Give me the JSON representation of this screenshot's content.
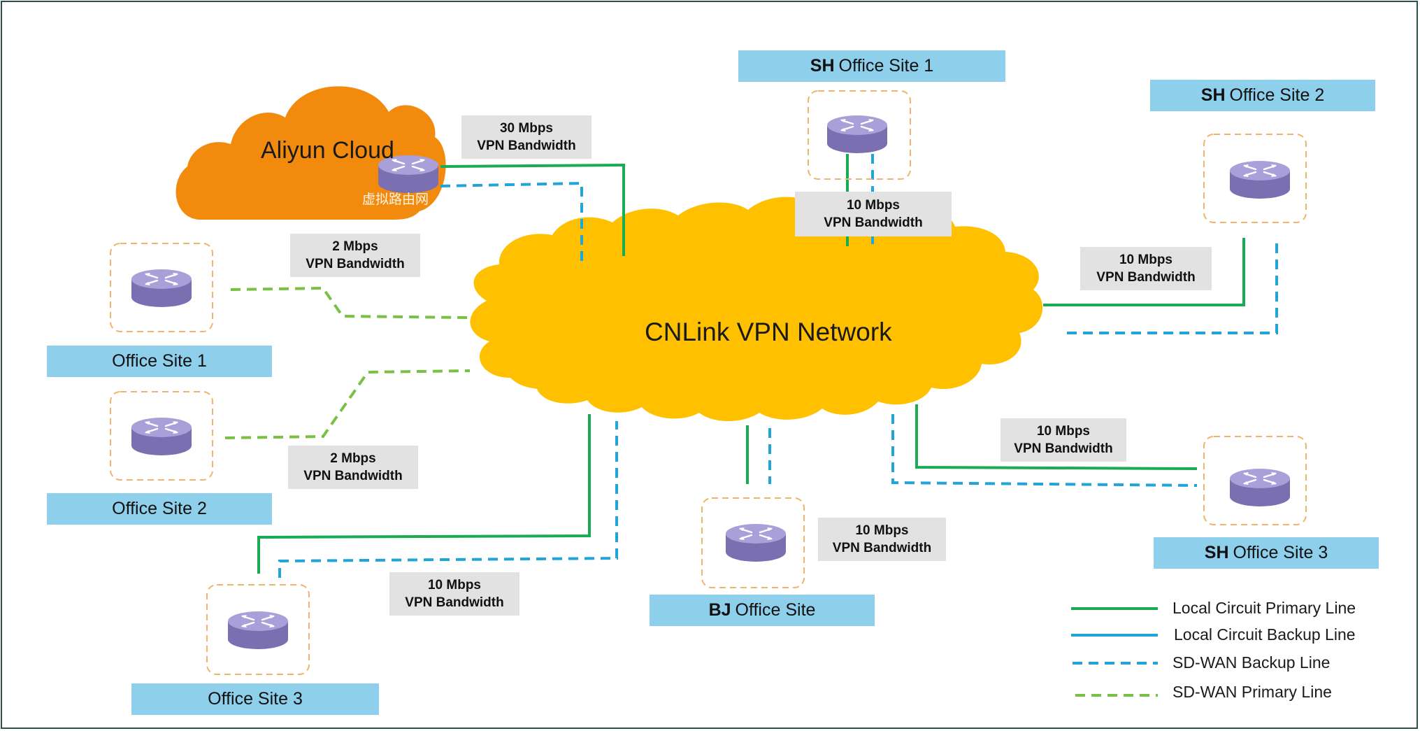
{
  "colors": {
    "primary_green": "#1aab55",
    "backup_blue": "#21a4d8",
    "sdwan_green": "#7ac143",
    "vpn_cloud": "#ffc000",
    "aliyun_cloud": "#f28a0e",
    "label_bg": "#8ecfec",
    "bandwidth_bg": "#e2e2e2",
    "router": "#9387c6"
  },
  "clouds": {
    "aliyun": {
      "title": "Aliyun Cloud",
      "router_caption": "虚拟路由网"
    },
    "cnlink": {
      "title": "CNLink VPN Network"
    }
  },
  "sites": {
    "office1": {
      "prefix": "",
      "name": "Office Site 1"
    },
    "office2": {
      "prefix": "",
      "name": "Office Site 2"
    },
    "office3": {
      "prefix": "",
      "name": "Office Site 3"
    },
    "sh1": {
      "prefix": "SH",
      "name": "Office Site 1"
    },
    "sh2": {
      "prefix": "SH",
      "name": "Office Site 2"
    },
    "sh3": {
      "prefix": "SH",
      "name": "Office Site 3"
    },
    "bj": {
      "prefix": "BJ",
      "name": "Office Site"
    }
  },
  "bandwidth": {
    "aliyun": {
      "speed": "30 Mbps",
      "label": "VPN Bandwidth"
    },
    "office1": {
      "speed": "2 Mbps",
      "label": "VPN Bandwidth"
    },
    "office2": {
      "speed": "2 Mbps",
      "label": "VPN Bandwidth"
    },
    "office3": {
      "speed": "10 Mbps",
      "label": "VPN Bandwidth"
    },
    "sh1": {
      "speed": "10 Mbps",
      "label": "VPN Bandwidth"
    },
    "sh2": {
      "speed": "10 Mbps",
      "label": "VPN Bandwidth"
    },
    "sh3": {
      "speed": "10 Mbps",
      "label": "VPN Bandwidth"
    },
    "bj": {
      "speed": "10 Mbps",
      "label": "VPN Bandwidth"
    }
  },
  "legend": [
    {
      "label": "Local Circuit Primary Line",
      "style": "solid",
      "color": "#1aab55"
    },
    {
      "label": "Local Circuit Backup Line",
      "style": "solid",
      "color": "#21a4d8"
    },
    {
      "label": "SD-WAN Backup Line",
      "style": "dashed",
      "color": "#21a4d8"
    },
    {
      "label": "SD-WAN Primary Line",
      "style": "dashed",
      "color": "#7ac143"
    }
  ]
}
